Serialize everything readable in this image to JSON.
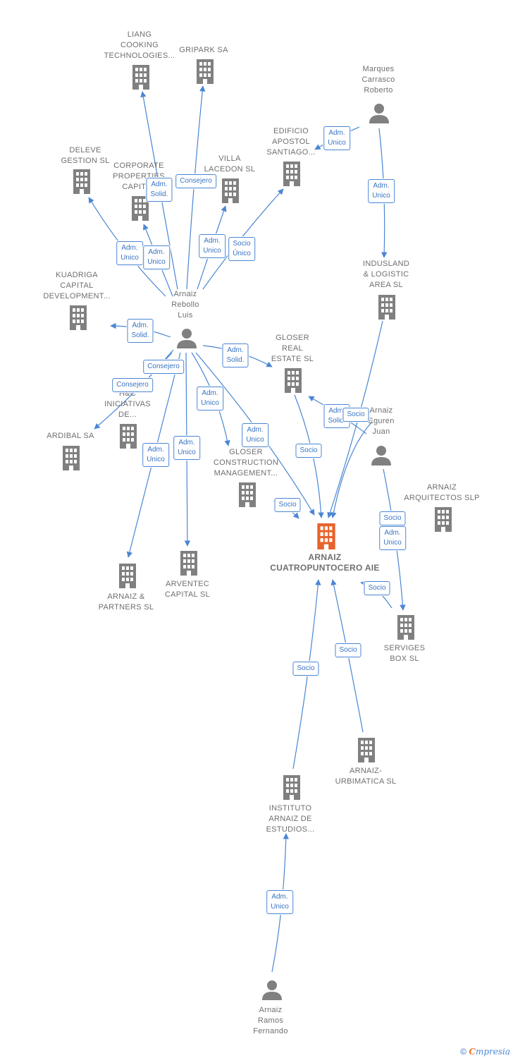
{
  "colors": {
    "edge": "#4a86d4",
    "company": "#808080",
    "main_company": "#e8632c",
    "person": "#808080"
  },
  "nodes": {
    "liang": {
      "label": "LIANG\nCOOKING\nTECHNOLOGIES...",
      "kind": "company"
    },
    "gripark": {
      "label": "GRIPARK SA",
      "kind": "company"
    },
    "marques": {
      "label": "Marques\nCarrasco\nRoberto",
      "kind": "person"
    },
    "edificio": {
      "label": "EDIFICIO\nAPOSTOL\nSANTIAGO...",
      "kind": "company"
    },
    "deleve": {
      "label": "DELEVE\nGESTION  SL",
      "kind": "company"
    },
    "corporate": {
      "label": "CORPORATE\nPROPERTIES\nCAPITAL",
      "kind": "company"
    },
    "villa": {
      "label": "VILLA\nLACEDON  SL",
      "kind": "company"
    },
    "indusland": {
      "label": "INDUSLAND\n& LOGISTIC\nAREA SL",
      "kind": "company"
    },
    "kuadriga": {
      "label": "KUADRIGA\nCAPITAL\nDEVELOPMENT...",
      "kind": "company"
    },
    "rebollo": {
      "label": "Arnaiz\nRebollo\nLuis",
      "kind": "person"
    },
    "gloser_real": {
      "label": "GLOSER\nREAL\nESTATE  SL",
      "kind": "company"
    },
    "hc": {
      "label": "H&C\nINICIATIVAS\nDE...",
      "kind": "company"
    },
    "ardibal": {
      "label": "ARDIBAL SA",
      "kind": "company"
    },
    "eguren": {
      "label": "Arnaiz\nEguren\nJuan",
      "kind": "person"
    },
    "gloser_cons": {
      "label": "GLOSER\nCONSTRUCTION\nMANAGEMENT...",
      "kind": "company"
    },
    "arquitectos": {
      "label": "ARNAIZ\nARQUITECTOS SLP",
      "kind": "company"
    },
    "main": {
      "label": "ARNAIZ\nCUATROPUNTOCERO AIE",
      "kind": "main"
    },
    "arnaiz_partners": {
      "label": "ARNAIZ &\nPARTNERS SL",
      "kind": "company"
    },
    "arventec": {
      "label": "ARVENTEC\nCAPITAL  SL",
      "kind": "company"
    },
    "serviges": {
      "label": "SERVIGES\nBOX  SL",
      "kind": "company"
    },
    "urbimatica": {
      "label": "ARNAIZ-\nURBIMATICA SL",
      "kind": "company"
    },
    "instituto": {
      "label": "INSTITUTO\nARNAIZ DE\nESTUDIOS...",
      "kind": "company"
    },
    "ramos": {
      "label": "Arnaiz\nRamos\nFernando",
      "kind": "person"
    }
  },
  "badges": {
    "b_marques_edificio": "Adm.\nUnico",
    "b_marques_indusland": "Adm.\nUnico",
    "b_reb_liang": "Adm.\nSolid.",
    "b_reb_gripark": "Consejero",
    "b_reb_deleve": "Adm.\nUnico",
    "b_reb_corporate": "Adm.\nUnico",
    "b_reb_villa": "Adm.\nUnico",
    "b_reb_edificio": "Socio\nÚnico",
    "b_reb_kuadriga": "Adm.\nSolid.",
    "b_reb_gloser_real": "Adm.\nSolid.",
    "b_reb_hc": "Consejero",
    "b_reb_ardibal": "Consejero",
    "b_reb_partners": "Adm.\nUnico",
    "b_reb_arventec": "Adm.\nUnico",
    "b_reb_gloser_cons": "Adm.\nUnico",
    "b_reb_main": "Adm.\nUnico",
    "b_gloser_cons_main": "Socio",
    "b_gloser_real_main": "Socio",
    "b_eg_gloser_real": "Adm.\nSolid.",
    "b_eg_socio_top": "Socio",
    "b_eg_serviges_socio": "Socio",
    "b_eg_serviges_adm": "Adm.\nUnico",
    "b_serviges_main": "Socio",
    "b_instituto_main": "Socio",
    "b_urbimatica_main": "Socio",
    "b_ramos_instituto": "Adm.\nUnico"
  },
  "footer": {
    "copyright": "©",
    "brand_initial": "C",
    "brand_rest": "mpresia"
  }
}
